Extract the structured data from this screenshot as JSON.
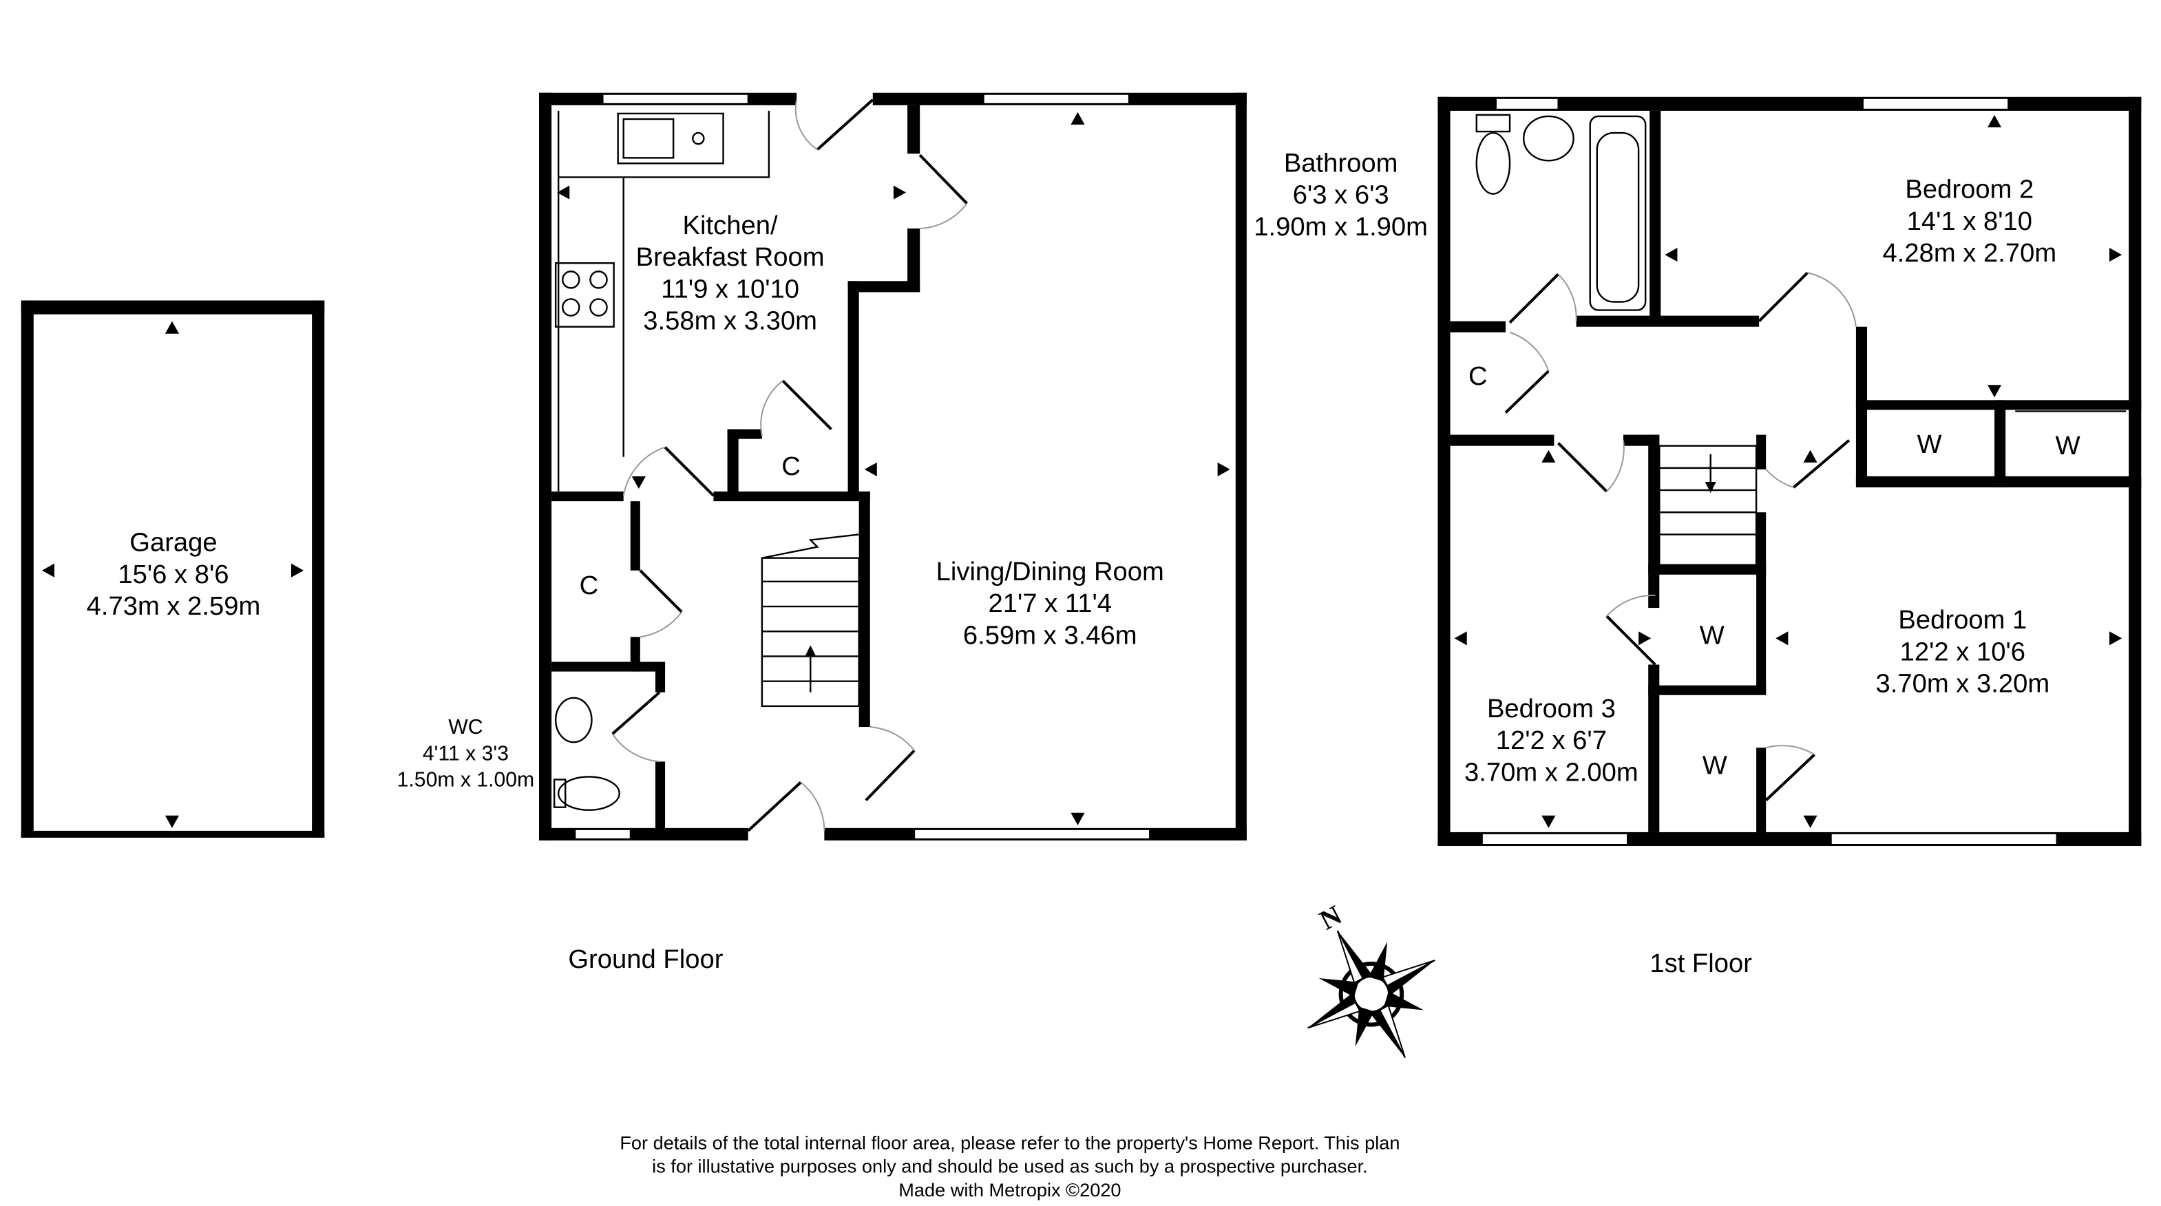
{
  "rooms": {
    "garage": {
      "name": "Garage",
      "imperial": "15'6 x 8'6",
      "metric": "4.73m x 2.59m"
    },
    "kitchen": {
      "name_line1": "Kitchen/",
      "name_line2": "Breakfast Room",
      "imperial": "11'9 x 10'10",
      "metric": "3.58m x 3.30m"
    },
    "living": {
      "name": "Living/Dining Room",
      "imperial": "21'7 x 11'4",
      "metric": "6.59m x 3.46m"
    },
    "wc": {
      "name": "WC",
      "imperial": "4'11 x 3'3",
      "metric": "1.50m x 1.00m"
    },
    "bathroom": {
      "name": "Bathroom",
      "imperial": "6'3 x 6'3",
      "metric": "1.90m x 1.90m"
    },
    "bedroom2": {
      "name": "Bedroom 2",
      "imperial": "14'1 x 8'10",
      "metric": "4.28m x 2.70m"
    },
    "bedroom1": {
      "name": "Bedroom 1",
      "imperial": "12'2 x 10'6",
      "metric": "3.70m x 3.20m"
    },
    "bedroom3": {
      "name": "Bedroom 3",
      "imperial": "12'2 x 6'7",
      "metric": "3.70m x 2.00m"
    }
  },
  "markers": {
    "cupboard": "C",
    "wardrobe": "W"
  },
  "floors": {
    "ground": "Ground Floor",
    "first": "1st Floor"
  },
  "compass": {
    "north": "N"
  },
  "footer": {
    "line1": "For details of the total internal floor area, please refer to the property's Home Report. This plan",
    "line2": "is for illustative purposes only and should be used as such by a prospective purchaser.",
    "line3": "Made with Metropix ©2020"
  }
}
